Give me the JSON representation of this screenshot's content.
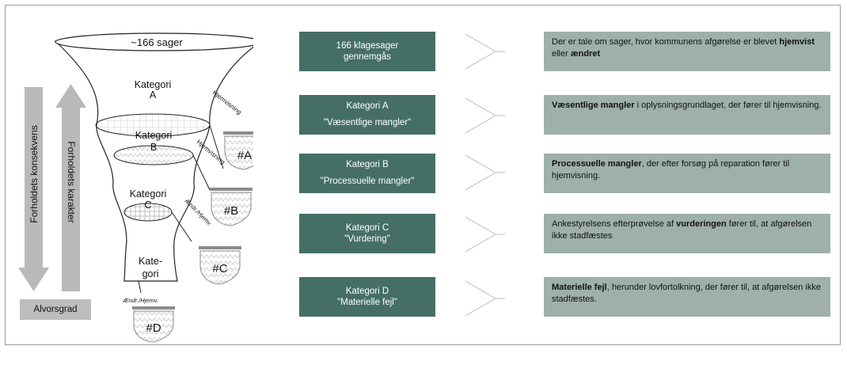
{
  "funnel": {
    "top_label": "~166 sager",
    "categories": [
      {
        "line1": "Kategori",
        "line2": "A",
        "side_label": "Hjemvisning",
        "badge": "#A"
      },
      {
        "line1": "Kategori",
        "line2": "B",
        "side_label": "Hjemvisning",
        "badge": "#B"
      },
      {
        "line1": "Kategori",
        "line2": "C",
        "side_label": "Ændr./Hjemv.",
        "badge": "#C"
      },
      {
        "line1": "Kate-",
        "line2": "gori",
        "side_label": "Ændr./Hjemv.",
        "badge": "#D"
      }
    ]
  },
  "left_arrows": {
    "consequence": "Forholdets konsekvens",
    "character": "Forholdets karakter",
    "severity": "Alvorsgrad"
  },
  "rows": [
    {
      "title": [
        "166 klagesager",
        "gennemgås"
      ],
      "desc": [
        {
          "t": "Der er tale om sager, hvor kommunens afgørelse er blevet "
        },
        {
          "t": "hjemvist",
          "b": true
        },
        {
          "t": " eller "
        },
        {
          "t": "ændret",
          "b": true
        }
      ]
    },
    {
      "title": [
        "Kategori A",
        "\"Væsentlige mangler\""
      ],
      "desc": [
        {
          "t": "Væsentlige mangler",
          "b": true
        },
        {
          "t": " i oplysningsgrundlaget, der fører til hjemvisning."
        }
      ]
    },
    {
      "title": [
        "Kategori B",
        "\"Processuelle mangler\""
      ],
      "desc": [
        {
          "t": "Processuelle mangler",
          "b": true
        },
        {
          "t": ", der efter forsøg på reparation fører til hjemvisning."
        }
      ]
    },
    {
      "title": [
        "Kategori C",
        "\"Vurdering\""
      ],
      "desc": [
        {
          "t": "Ankestyrelsens efterprøvelse af "
        },
        {
          "t": "vurderingen",
          "b": true
        },
        {
          "t": " fører til, at afgørelsen ikke stadfæstes"
        }
      ]
    },
    {
      "title": [
        "Kategori D",
        "\"Materielle fejl\""
      ],
      "desc": [
        {
          "t": "Materielle fejl",
          "b": true
        },
        {
          "t": ", herunder lovfortolkning, der fører til, at afgørelsen ikke stadfæstes."
        }
      ]
    }
  ],
  "colors": {
    "dark_box": "#456e67",
    "light_box": "#9fb0ab",
    "arrow_gray": "#b9b9b9"
  }
}
